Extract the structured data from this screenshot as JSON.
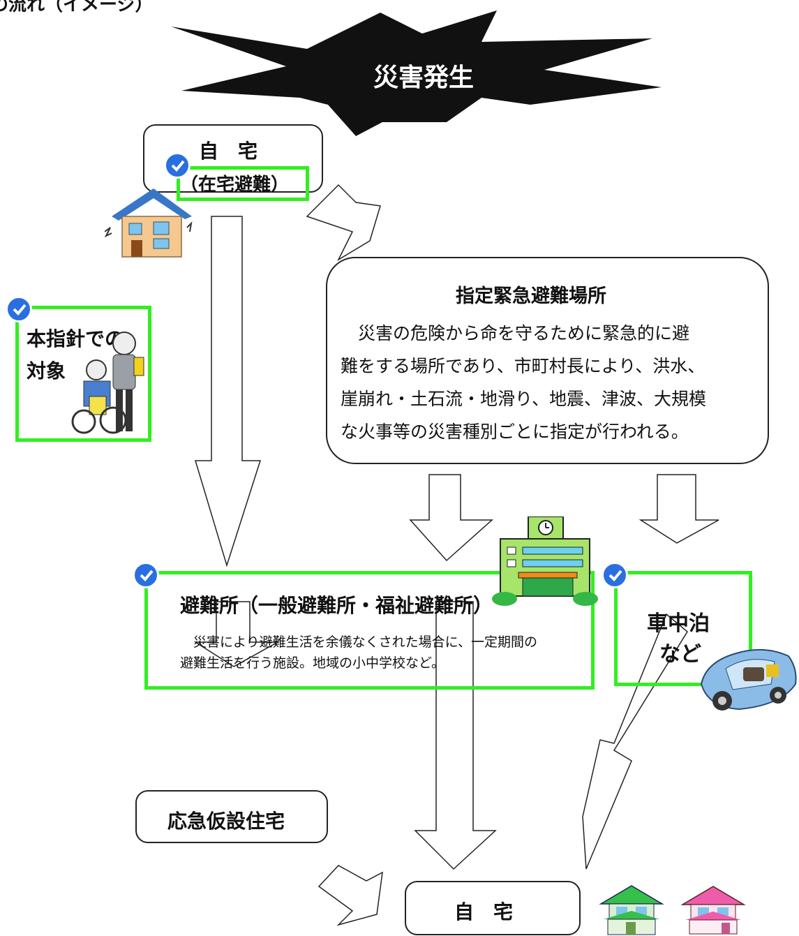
{
  "header": {
    "title": "の流れ（イメージ）"
  },
  "burst": {
    "label": "災害発生"
  },
  "home_top": {
    "line1": "自　宅",
    "line2": "（在宅避難）"
  },
  "target": {
    "line1": "本指針での",
    "line2": "対象"
  },
  "designated": {
    "title": "指定緊急避難場所",
    "lines": [
      "　災害の危険から命を守るために緊急的に避",
      "難をする場所であり、市町村長により、洪水、",
      "崖崩れ・土石流・地滑り、地震、津波、大規模",
      "な火事等の災害種別ごとに指定が行われる。"
    ]
  },
  "shelter": {
    "title": "避難所（一般避難所・福祉避難所）",
    "lines": [
      "　災害により避難生活を余儀なくされた場合に、一定期間の",
      "避難生活を行う施設。地域の小中学校など。"
    ]
  },
  "car": {
    "line1": "車中泊",
    "line2": "など"
  },
  "temp_housing": {
    "label": "応急仮設住宅"
  },
  "home_bottom": {
    "label": "自　宅"
  },
  "colors": {
    "highlight": "#33ee22",
    "check": "#2a6fe0",
    "stroke": "#222222"
  },
  "icons": [
    "damaged-house-icon",
    "wheelchair-caregiver-icon",
    "school-building-icon",
    "car-sleeping-icon",
    "green-house-icon",
    "pink-house-icon"
  ]
}
